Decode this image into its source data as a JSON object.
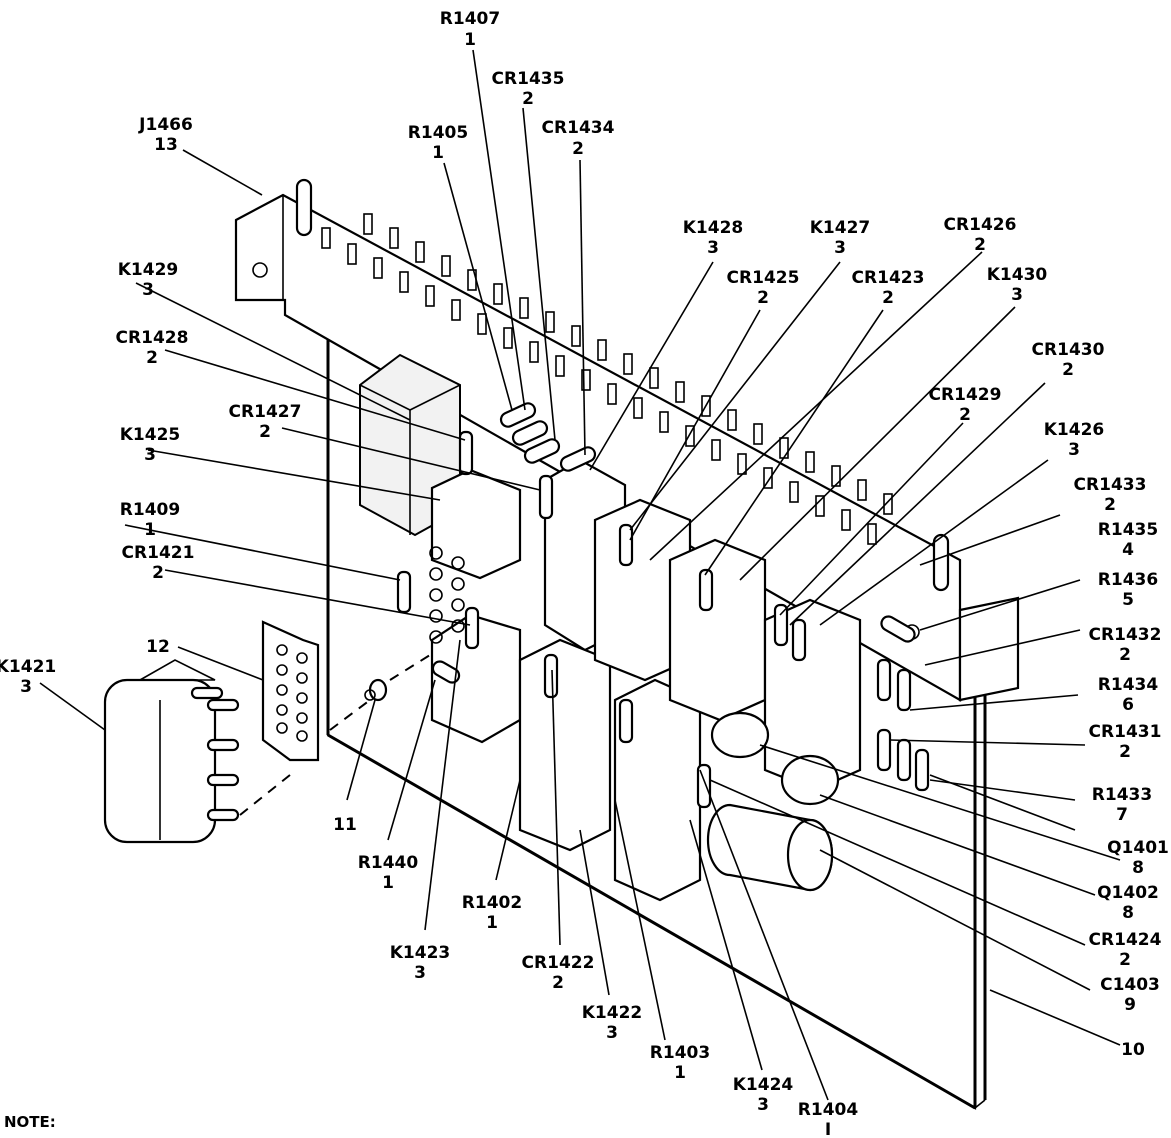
{
  "note": "NOTE:",
  "labels": [
    {
      "id": "r1407",
      "ref": "R1407",
      "qty": "1"
    },
    {
      "id": "cr1435",
      "ref": "CR1435",
      "qty": "2"
    },
    {
      "id": "cr1434",
      "ref": "CR1434",
      "qty": "2"
    },
    {
      "id": "r1405",
      "ref": "R1405",
      "qty": "1"
    },
    {
      "id": "j1466",
      "ref": "J1466",
      "qty": "13"
    },
    {
      "id": "k1429",
      "ref": "K1429",
      "qty": "3"
    },
    {
      "id": "cr1428",
      "ref": "CR1428",
      "qty": "2"
    },
    {
      "id": "cr1427",
      "ref": "CR1427",
      "qty": "2"
    },
    {
      "id": "k1425",
      "ref": "K1425",
      "qty": "3"
    },
    {
      "id": "r1409",
      "ref": "R1409",
      "qty": "1"
    },
    {
      "id": "cr1421",
      "ref": "CR1421",
      "qty": "2"
    },
    {
      "id": "item12",
      "ref": "12",
      "qty": ""
    },
    {
      "id": "k1421",
      "ref": "K1421",
      "qty": "3"
    },
    {
      "id": "item11",
      "ref": "11",
      "qty": ""
    },
    {
      "id": "r1440",
      "ref": "R1440",
      "qty": "1"
    },
    {
      "id": "k1423",
      "ref": "K1423",
      "qty": "3"
    },
    {
      "id": "r1402",
      "ref": "R1402",
      "qty": "1"
    },
    {
      "id": "cr1422",
      "ref": "CR1422",
      "qty": "2"
    },
    {
      "id": "k1422",
      "ref": "K1422",
      "qty": "3"
    },
    {
      "id": "r1403",
      "ref": "R1403",
      "qty": "1"
    },
    {
      "id": "k1424",
      "ref": "K1424",
      "qty": "3"
    },
    {
      "id": "r1404",
      "ref": "R1404",
      "qty": "I"
    },
    {
      "id": "k1428",
      "ref": "K1428",
      "qty": "3"
    },
    {
      "id": "k1427",
      "ref": "K1427",
      "qty": "3"
    },
    {
      "id": "cr1426",
      "ref": "CR1426",
      "qty": "2"
    },
    {
      "id": "cr1425",
      "ref": "CR1425",
      "qty": "2"
    },
    {
      "id": "cr1423",
      "ref": "CR1423",
      "qty": "2"
    },
    {
      "id": "k1430",
      "ref": "K1430",
      "qty": "3"
    },
    {
      "id": "cr1430",
      "ref": "CR1430",
      "qty": "2"
    },
    {
      "id": "cr1429",
      "ref": "CR1429",
      "qty": "2"
    },
    {
      "id": "k1426",
      "ref": "K1426",
      "qty": "3"
    },
    {
      "id": "cr1433",
      "ref": "CR1433",
      "qty": "2"
    },
    {
      "id": "r1435",
      "ref": "R1435",
      "qty": "4"
    },
    {
      "id": "r1436",
      "ref": "R1436",
      "qty": "5"
    },
    {
      "id": "cr1432",
      "ref": "CR1432",
      "qty": "2"
    },
    {
      "id": "r1434",
      "ref": "R1434",
      "qty": "6"
    },
    {
      "id": "cr1431",
      "ref": "CR1431",
      "qty": "2"
    },
    {
      "id": "r1433",
      "ref": "R1433",
      "qty": "7"
    },
    {
      "id": "q1401",
      "ref": "Q1401",
      "qty": "8"
    },
    {
      "id": "q1402",
      "ref": "Q1402",
      "qty": "8"
    },
    {
      "id": "cr1424",
      "ref": "CR1424",
      "qty": "2"
    },
    {
      "id": "c1403",
      "ref": "C1403",
      "qty": "9"
    },
    {
      "id": "item10",
      "ref": "10",
      "qty": ""
    }
  ]
}
